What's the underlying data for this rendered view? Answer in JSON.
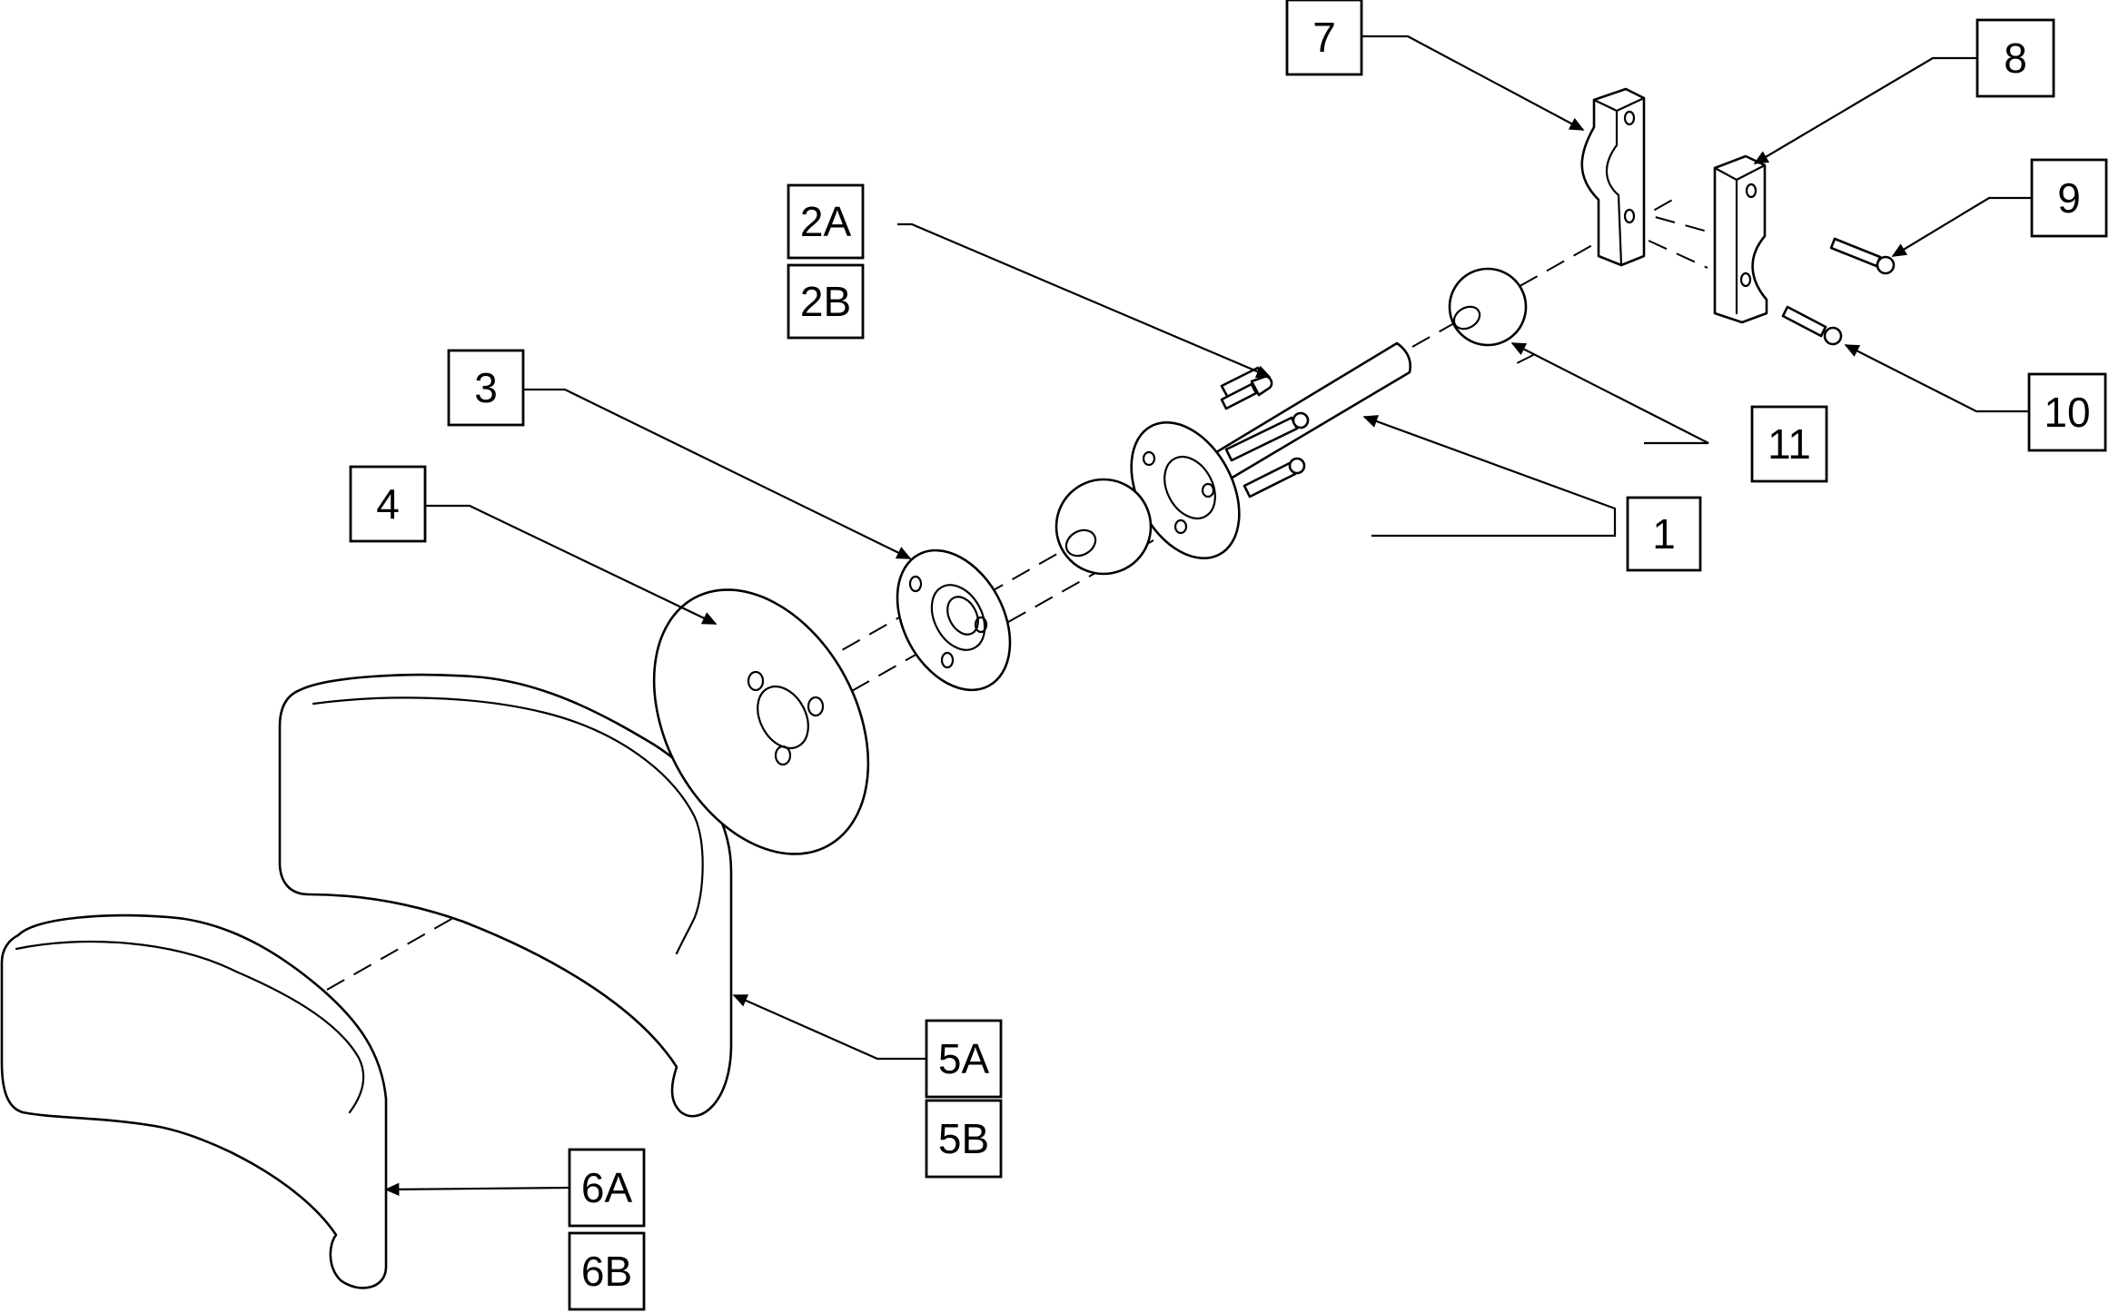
{
  "diagram": {
    "labels": {
      "l1": "1",
      "l2a": "2A",
      "l2b": "2B",
      "l3": "3",
      "l4": "4",
      "l5a": "5A",
      "l5b": "5B",
      "l6a": "6A",
      "l6b": "6B",
      "l7": "7",
      "l8": "8",
      "l9": "9",
      "l10": "10",
      "l11": "11"
    },
    "colors": {
      "ink": "#000000",
      "paper": "#ffffff"
    }
  }
}
